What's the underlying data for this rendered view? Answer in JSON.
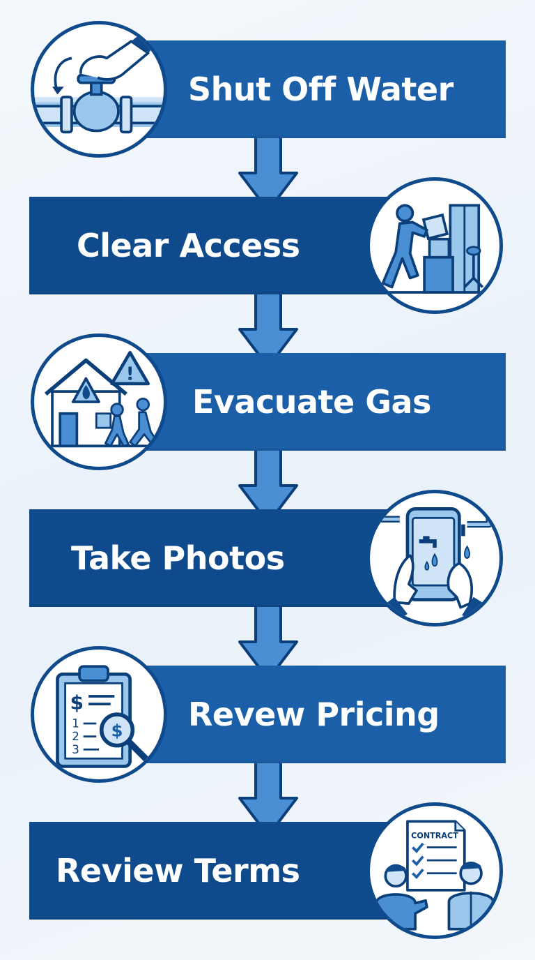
{
  "colors": {
    "banner": "#1a5fa8",
    "banner_dark": "#0f4a8c",
    "arrow": "#4a8fd4",
    "outline": "#0b3f7a"
  },
  "steps": [
    {
      "label": "Shut Off Water",
      "icon": "shut-off-valve-icon"
    },
    {
      "label": "Clear Access",
      "icon": "moving-boxes-icon"
    },
    {
      "label": "Evacuate Gas",
      "icon": "house-gas-evacuation-icon"
    },
    {
      "label": "Take Photos",
      "icon": "phone-photo-leak-icon"
    },
    {
      "label": "Revew Pricing",
      "icon": "pricing-clipboard-icon"
    },
    {
      "label": "Review Terms",
      "icon": "contract-meeting-icon"
    }
  ],
  "icon_text": {
    "warning": "!",
    "currency": "$",
    "list_numbers": [
      "1",
      "2",
      "3"
    ],
    "contract": "CONTRACT"
  }
}
